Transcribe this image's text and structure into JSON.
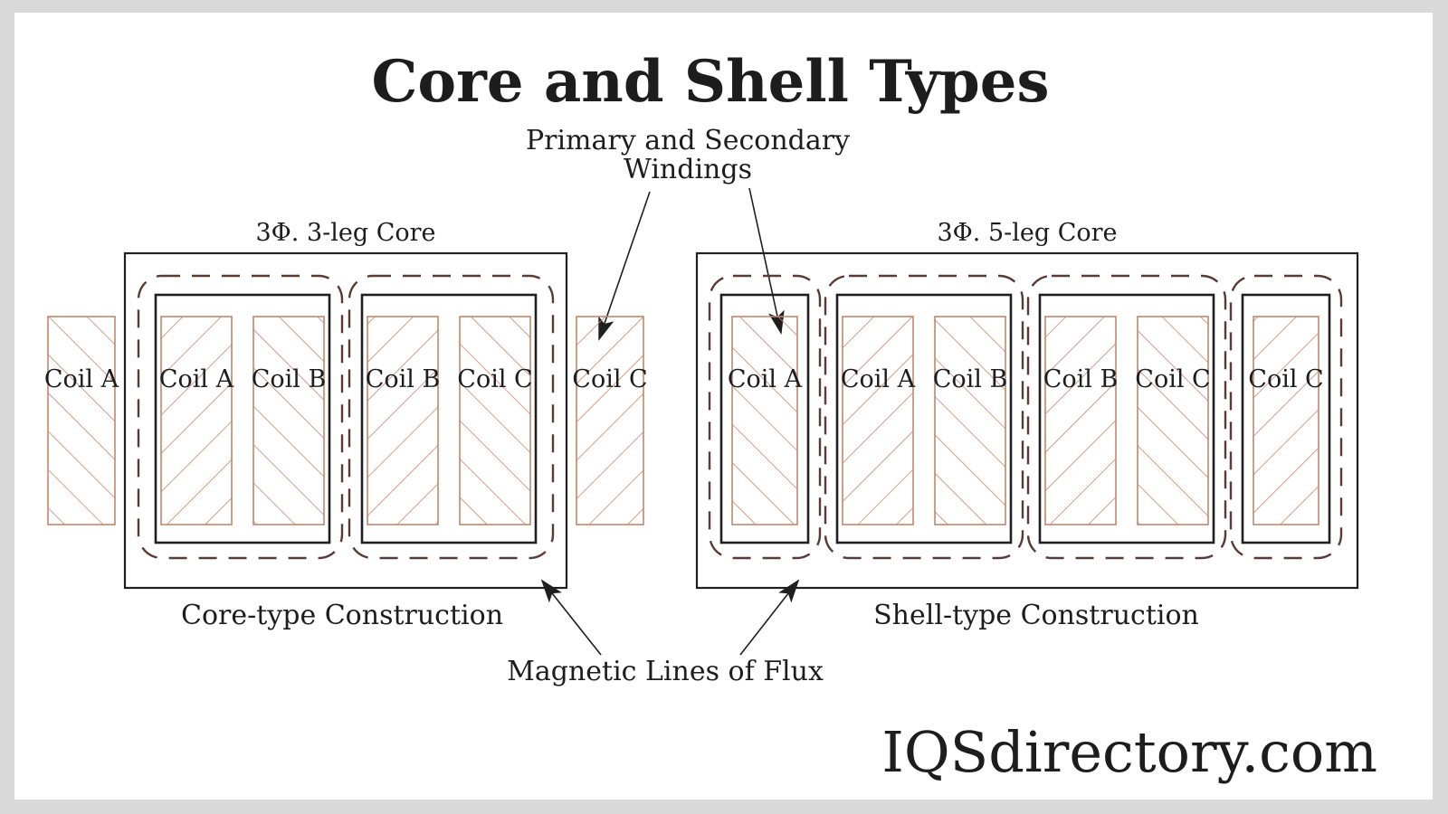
{
  "title": "Core and Shell Types",
  "annotations": {
    "windings_line1": "Primary and Secondary",
    "windings_line2": "Windings",
    "flux_label": "Magnetic Lines of Flux"
  },
  "left_diagram": {
    "core_label": "3Φ. 3-leg Core",
    "caption": "Core-type Construction",
    "coils": [
      "Coil A",
      "Coil A",
      "Coil B",
      "Coil B",
      "Coil C",
      "Coil C"
    ]
  },
  "right_diagram": {
    "core_label": "3Φ. 5-leg Core",
    "caption": "Shell-type Construction",
    "coils": [
      "Coil A",
      "Coil A",
      "Coil B",
      "Coil B",
      "Coil C",
      "Coil C"
    ]
  },
  "watermark": "IQSdirectory.com",
  "colors": {
    "hatch": "#c1876e",
    "flux": "#5a3a35",
    "line": "#1f1f1f",
    "canvas": "#ffffff",
    "border_bg": "#d9d9d9"
  }
}
